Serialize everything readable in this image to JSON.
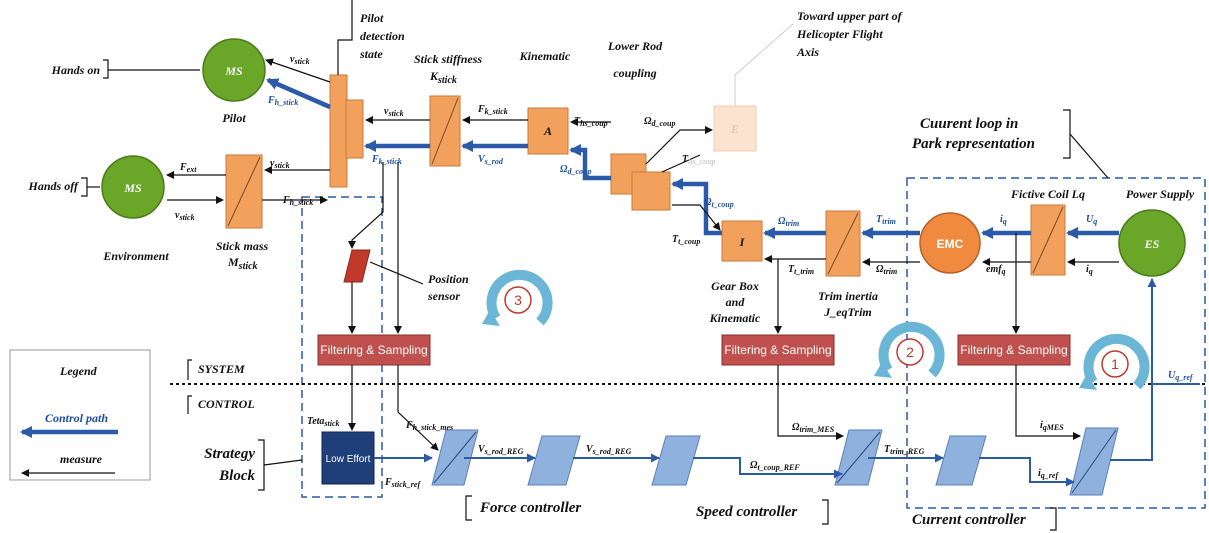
{
  "blocks": {
    "ms_pilot": "MS",
    "ms_env": "MS",
    "kinematic_a": "A",
    "e_block": "E",
    "gearbox_i": "I",
    "emc": "EMC",
    "es": "ES",
    "low_effort": "Low Effort",
    "filter1": "Filtering & Sampling",
    "filter2": "Filtering & Sampling",
    "filter3": "Filtering & Sampling"
  },
  "labels": {
    "hands_on": "Hands on",
    "hands_off": "Hands off",
    "pilot": "Pilot",
    "environment": "Environment",
    "pilot_detection": [
      "Pilot",
      "detection",
      "state"
    ],
    "stick_stiffness": "Stick stiffness",
    "k_stick": "K",
    "k_stick_sub": "stick",
    "kinematic": "Kinematic",
    "lower_rod": [
      "Lower Rod",
      "coupling"
    ],
    "toward_upper": [
      "Toward upper part of",
      "Helicopter Flight",
      "Axis"
    ],
    "current_loop": [
      "Cuurent loop in",
      "Park representation"
    ],
    "fictive_coil": "Fictive Coil Lq",
    "power_supply": "Power Supply",
    "stick_mass": "Stick mass",
    "m_stick": "M",
    "m_stick_sub": "stick",
    "position_sensor": [
      "Position",
      "sensor"
    ],
    "gear_box": [
      "Gear Box",
      "and",
      "Kinematic"
    ],
    "trim_inertia": [
      "Trim inertia",
      "J_eqTrim"
    ],
    "system": "SYSTEM",
    "control": "CONTROL",
    "legend_title": "Legend",
    "control_path": "Control path",
    "measure": "measure",
    "strategy_block": [
      "Strategy",
      "Block"
    ],
    "force_controller": "Force controller",
    "speed_controller": "Speed controller",
    "current_controller": "Current controller",
    "badge1": "1",
    "badge2": "2",
    "badge3": "3"
  },
  "signals": {
    "v_stick_1": "v",
    "v_stick_1s": "stick",
    "f_h_stick": "F",
    "f_h_stick_s": "h_stick",
    "v_stick_2": "v",
    "v_stick_2s": "stick",
    "f_k_stick": "F",
    "f_k_stick_s": "k_stick",
    "f_ext": "F",
    "f_ext_s": "ext",
    "v_stick_3": "v",
    "v_stick_3s": "stick",
    "v_stick_4": "v",
    "v_stick_4s": "stick",
    "f_h_stick_2": "F",
    "f_h_stick_2s": "h_stick",
    "f_k_stick_2": "F",
    "f_k_stick_2s": "k_stick",
    "v_s_rod": "V",
    "v_s_rod_s": "s_rod",
    "t_hs_coup": "T",
    "t_hs_coup_s": "hs_coup",
    "omega_d_coup": "Ω",
    "omega_d_coup_s": "d_coup",
    "omega_d_coup_2": "Ω",
    "omega_d_coup_2s": "d_coup",
    "t_hs_coup_2": "T",
    "t_hs_coup_2s": "hs_coup",
    "omega_t_coup": "Ω",
    "omega_t_coup_s": "t_coup",
    "t_t_coup": "T",
    "t_t_coup_s": "t_coup",
    "omega_trim": "Ω",
    "omega_trim_s": "trim",
    "t_trim": "T",
    "t_trim_s": "trim",
    "i_q": "i",
    "i_q_s": "q",
    "u_q": "U",
    "u_q_s": "q",
    "t_t_trim": "T",
    "t_t_trim_s": "t_trim",
    "omega_trim_2": "Ω",
    "omega_trim_2s": "trim",
    "emf_q": "emf",
    "emf_q_s": "q",
    "i_q_2": "i",
    "i_q_2s": "q",
    "u_q_ref": "U",
    "u_q_ref_s": "q_ref",
    "teta_stick": "Teta",
    "teta_stick_s": "stick",
    "f_h_stick_mes": "F",
    "f_h_stick_mes_s": "h_stick_mes",
    "v_s_rod_reg": "V",
    "v_s_rod_reg_s": "s_rod_REG",
    "v_s_rod_reg_2": "V",
    "v_s_rod_reg_2s": "s_rod_REG",
    "omega_trim_mes": "Ω",
    "omega_trim_mes_s": "trim_MES",
    "t_trim_reg": "T",
    "t_trim_reg_s": "trim_REG",
    "i_q_mes": "i",
    "i_q_mes_s": "qMES",
    "omega_t_coup_ref": "Ω",
    "omega_t_coup_ref_s": "t_coup_REF",
    "f_stick_ref": "F",
    "f_stick_ref_s": "stick_ref",
    "i_q_ref": "i",
    "i_q_ref_s": "q_ref"
  },
  "colors": {
    "ms_green": "#6aa728",
    "block_orange": "#f2a15d",
    "emc_orange": "#f08a3e",
    "filter_red": "#c0504d",
    "sensor_red": "#c0392b",
    "ctrl_blue": "#8eb1dd",
    "low_effort_blue": "#1f3f7a",
    "path_blue": "#2a5aa8",
    "badge_icon_blue": "#6bb6d6"
  }
}
